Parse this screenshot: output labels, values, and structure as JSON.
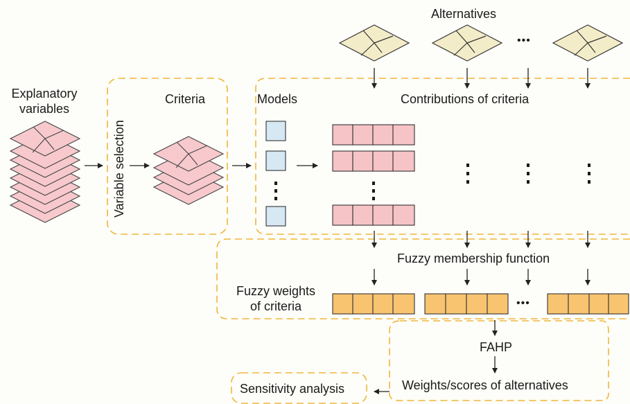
{
  "labels": {
    "alternatives": "Alternatives",
    "explanatory_line1": "Explanatory",
    "explanatory_line2": "variables",
    "variable_selection": "Variable selection",
    "criteria": "Criteria",
    "models": "Models",
    "contributions": "Contributions of criteria",
    "fuzzy_membership": "Fuzzy membership function",
    "fuzzy_weights_line1": "Fuzzy weights",
    "fuzzy_weights_line2": "of criteria",
    "fahp": "FAHP",
    "weights_scores": "Weights/scores of alternatives",
    "sensitivity": "Sensitivity analysis"
  },
  "ellipsis": {
    "alternatives": "•••",
    "fuzzy_weights": "•••"
  },
  "colors": {
    "alternative_fill": "#f3ecc8",
    "layer_fill": "#f7c9cc",
    "model_fill": "#d5e8f3",
    "contribution_fill": "#f6c3c6",
    "weight_fill": "#f8c470",
    "dashed_border": "#f0b63a",
    "arrow": "#222222"
  }
}
